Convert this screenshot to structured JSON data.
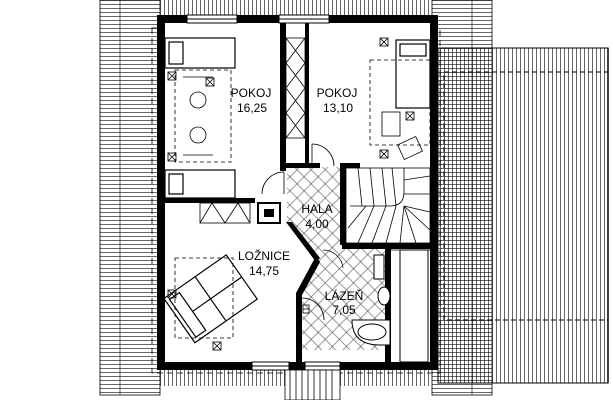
{
  "rooms": {
    "pokoj_1": {
      "name": "POKOJ",
      "area": "16,25"
    },
    "pokoj_2": {
      "name": "POKOJ",
      "area": "13,10"
    },
    "hala": {
      "name": "HALA",
      "area": "4,00"
    },
    "loznice": {
      "name": "LOŽNICE",
      "area": "14,75"
    },
    "lazen": {
      "name": "LÁZEŇ",
      "area": "7,05"
    }
  },
  "colors": {
    "wall": "#000000",
    "line": "#000000",
    "background": "#ffffff"
  }
}
